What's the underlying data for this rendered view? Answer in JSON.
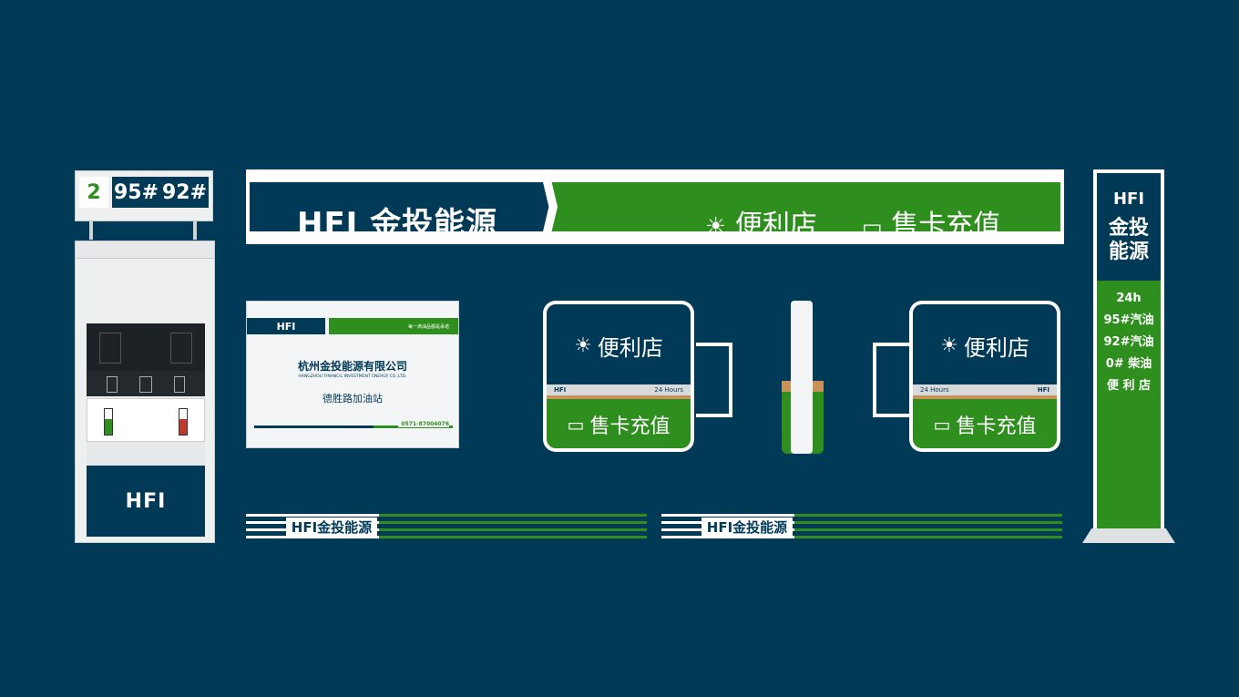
{
  "brand": {
    "mark": "HFI",
    "name": "金投能源",
    "colors": {
      "navy": "#013a57",
      "green": "#2f8f1e",
      "white": "#ffffff",
      "tan": "#c8925a"
    }
  },
  "pump": {
    "number": "2",
    "grades": [
      "95#",
      "92#"
    ],
    "base_logo": "HFI"
  },
  "fascia": {
    "logo": "HFI 金投能源",
    "item1": "便利店",
    "item2": "售卡充值",
    "icon1": "sun-icon",
    "icon2": "card-icon"
  },
  "card_sign": {
    "logo": "HFI",
    "slogan": "每一滴油品都是承诺",
    "company": "杭州金投能源有限公司",
    "company_en": "HANGZHOU FINANCIL INVESTMENT ENERGY CO.,LTD.",
    "station": "德胜路加油站",
    "phone": "0571-87004076"
  },
  "lightbox_left": {
    "title": "便利店",
    "strip_logo": "HFI",
    "strip_text": "24 Hours",
    "subtitle": "售卡充值"
  },
  "lightbox_right": {
    "title": "便利店",
    "strip_logo": "HFI",
    "strip_text": "24 Hours",
    "subtitle": "售卡充值"
  },
  "stripes": {
    "logo": "HFI金投能源"
  },
  "totem": {
    "logo": "HFI",
    "name_line1": "金投",
    "name_line2": "能源",
    "items": [
      "24h",
      "95#汽油",
      "92#汽油",
      "0# 柴油",
      "便 利 店"
    ]
  }
}
